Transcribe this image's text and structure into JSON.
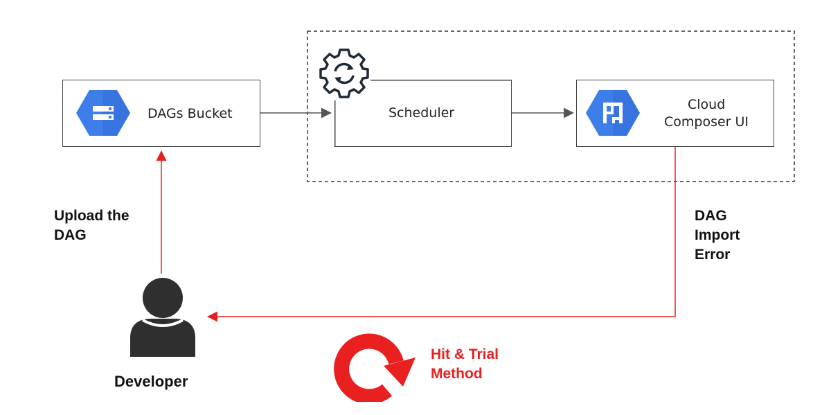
{
  "nodes": {
    "dags_bucket": {
      "label": "DAGs Bucket",
      "icon": "storage-icon"
    },
    "scheduler": {
      "label": "Scheduler",
      "icon": "gear-sync-icon"
    },
    "composer": {
      "label_line1": "Cloud",
      "label_line2": "Composer UI",
      "icon": "composer-icon"
    }
  },
  "actors": {
    "developer": {
      "label": "Developer",
      "icon": "person-icon"
    }
  },
  "edges": {
    "upload": {
      "line1": "Upload the",
      "line2": "DAG"
    },
    "error": {
      "line1": "DAG",
      "line2": "Import",
      "line3": "Error"
    }
  },
  "loop": {
    "line1": "Hit & Trial",
    "line2": "Method",
    "icon": "refresh-icon"
  },
  "colors": {
    "accent_red": "#e8201f",
    "gcp_blue": "#3e7ee8",
    "dark": "#2f2f2f"
  }
}
